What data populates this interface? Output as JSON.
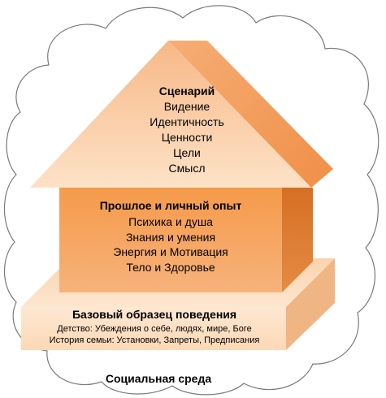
{
  "scenario": {
    "title": "Сценарий",
    "items": [
      "Видение",
      "Идентичность",
      "Ценности",
      "Цели",
      "Смысл"
    ]
  },
  "past": {
    "title": "Прошлое и личный опыт",
    "items": [
      "Психика и душа",
      "Знания и умения",
      "Энергия и Мотивация",
      "Тело и Здоровье"
    ]
  },
  "base": {
    "title": "Базовый образец поведения",
    "items": [
      "Детство: Убеждения о себе, людях, мире, Боге",
      "История семьи: Установки, Запреты, Предписания"
    ]
  },
  "environment": {
    "label": "Социальная среда"
  },
  "colors": {
    "cloud_stroke": "#6f6f6f",
    "roof": "#fbd0a8",
    "roof_side": "#f5a66a",
    "body": "#f29a4c",
    "body_side": "#d7752a",
    "base_top": "#fde3c8",
    "base_front": "#fde0c2",
    "base_side": "#f0b987"
  }
}
